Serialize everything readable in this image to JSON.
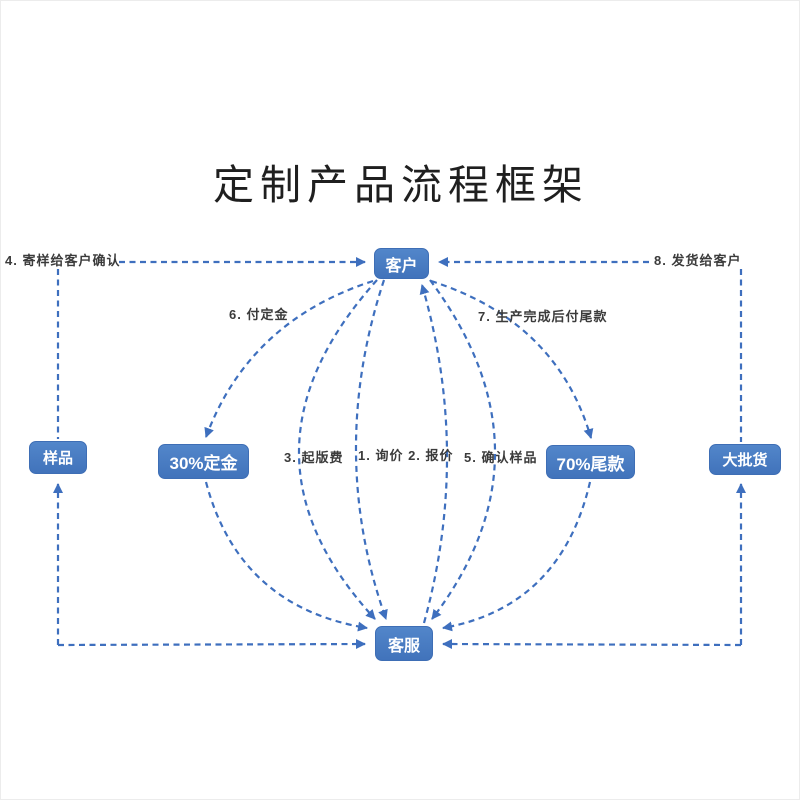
{
  "title": "定制产品流程框架",
  "nodes": {
    "customer": {
      "label": "客户"
    },
    "service": {
      "label": "客服"
    },
    "sample": {
      "label": "样品"
    },
    "deposit": {
      "label": "30%定金"
    },
    "balance": {
      "label": "70%尾款"
    },
    "bulk": {
      "label": "大批货"
    }
  },
  "edge_labels": {
    "step1_2": {
      "text": "1. 询价 2. 报价"
    },
    "step3": {
      "text": "3. 起版费"
    },
    "step4": {
      "text": "4. 寄样给客户确认"
    },
    "step5": {
      "text": "5. 确认样品"
    },
    "step6": {
      "text": "6. 付定金"
    },
    "step7": {
      "text": "7. 生产完成后付尾款"
    },
    "step8": {
      "text": "8. 发货给客户"
    }
  },
  "edges": [
    {
      "from": "customer",
      "to": "service",
      "label": "1. 询价"
    },
    {
      "from": "service",
      "to": "customer",
      "label": "2. 报价"
    },
    {
      "from": "customer",
      "to": "service",
      "label": "3. 起版费"
    },
    {
      "from": "sample",
      "to": "customer",
      "label": "4. 寄样给客户确认"
    },
    {
      "from": "customer",
      "to": "service",
      "label": "5. 确认样品"
    },
    {
      "from": "customer",
      "to": "deposit",
      "label": "6. 付定金"
    },
    {
      "from": "deposit",
      "to": "service",
      "label": ""
    },
    {
      "from": "customer",
      "to": "balance",
      "label": "7. 生产完成后付尾款"
    },
    {
      "from": "balance",
      "to": "service",
      "label": ""
    },
    {
      "from": "service",
      "to": "sample",
      "label": ""
    },
    {
      "from": "service",
      "to": "bulk",
      "label": ""
    },
    {
      "from": "bulk",
      "to": "customer",
      "label": "8. 发货给客户"
    }
  ],
  "colors": {
    "node_fill_top": "#5286ca",
    "node_fill_bottom": "#4173bb",
    "node_border": "#3e6eb5",
    "dashed_line": "#3e6fbe",
    "label_text": "#3b3b3b",
    "title_text": "#1f1f1f",
    "node_text": "#ffffff",
    "background": "#ffffff"
  }
}
